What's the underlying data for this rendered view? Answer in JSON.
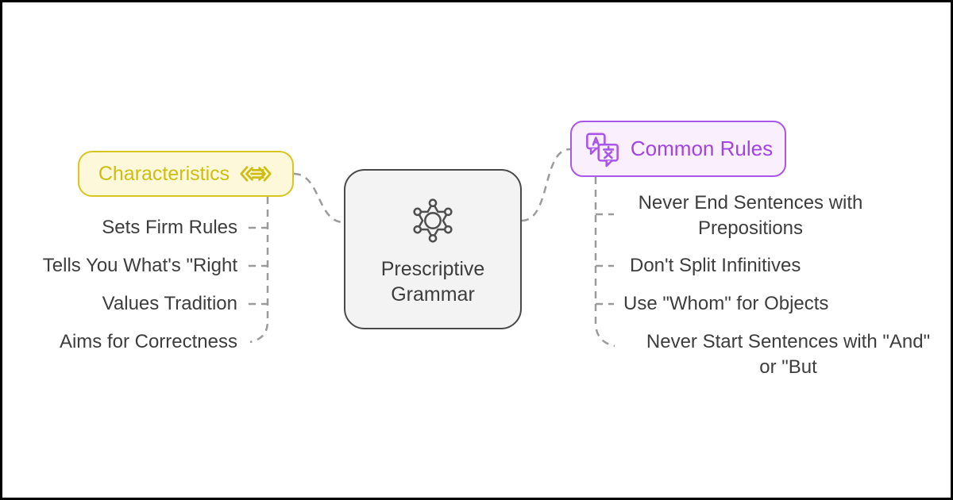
{
  "diagram": {
    "center_node": {
      "title": "Prescriptive\nGrammar",
      "icon": "sheriff-star",
      "border_color": "#494949",
      "bg_color": "#f3f3f3",
      "text_color": "#3d3d3d"
    },
    "left_branch": {
      "label": "Characteristics",
      "icon": "swap-arrows",
      "text_color": "#d0bd11",
      "border_color": "#d9c51f",
      "bg_color": "#fcf8d9",
      "items": [
        "Sets Firm Rules",
        "Tells You What's \"Right",
        "Values Tradition",
        "Aims for Correctness"
      ]
    },
    "right_branch": {
      "label": "Common Rules",
      "icon": "translate",
      "text_color": "#a144e4",
      "border_color": "#a957e8",
      "bg_color": "#faeffd",
      "items": [
        "Never End Sentences with\nPrepositions",
        "Don't Split Infinitives",
        "Use \"Whom\" for Objects",
        "Never Start Sentences with \"And\"\nor \"But"
      ]
    },
    "connector_color": "#9b9b9b"
  }
}
